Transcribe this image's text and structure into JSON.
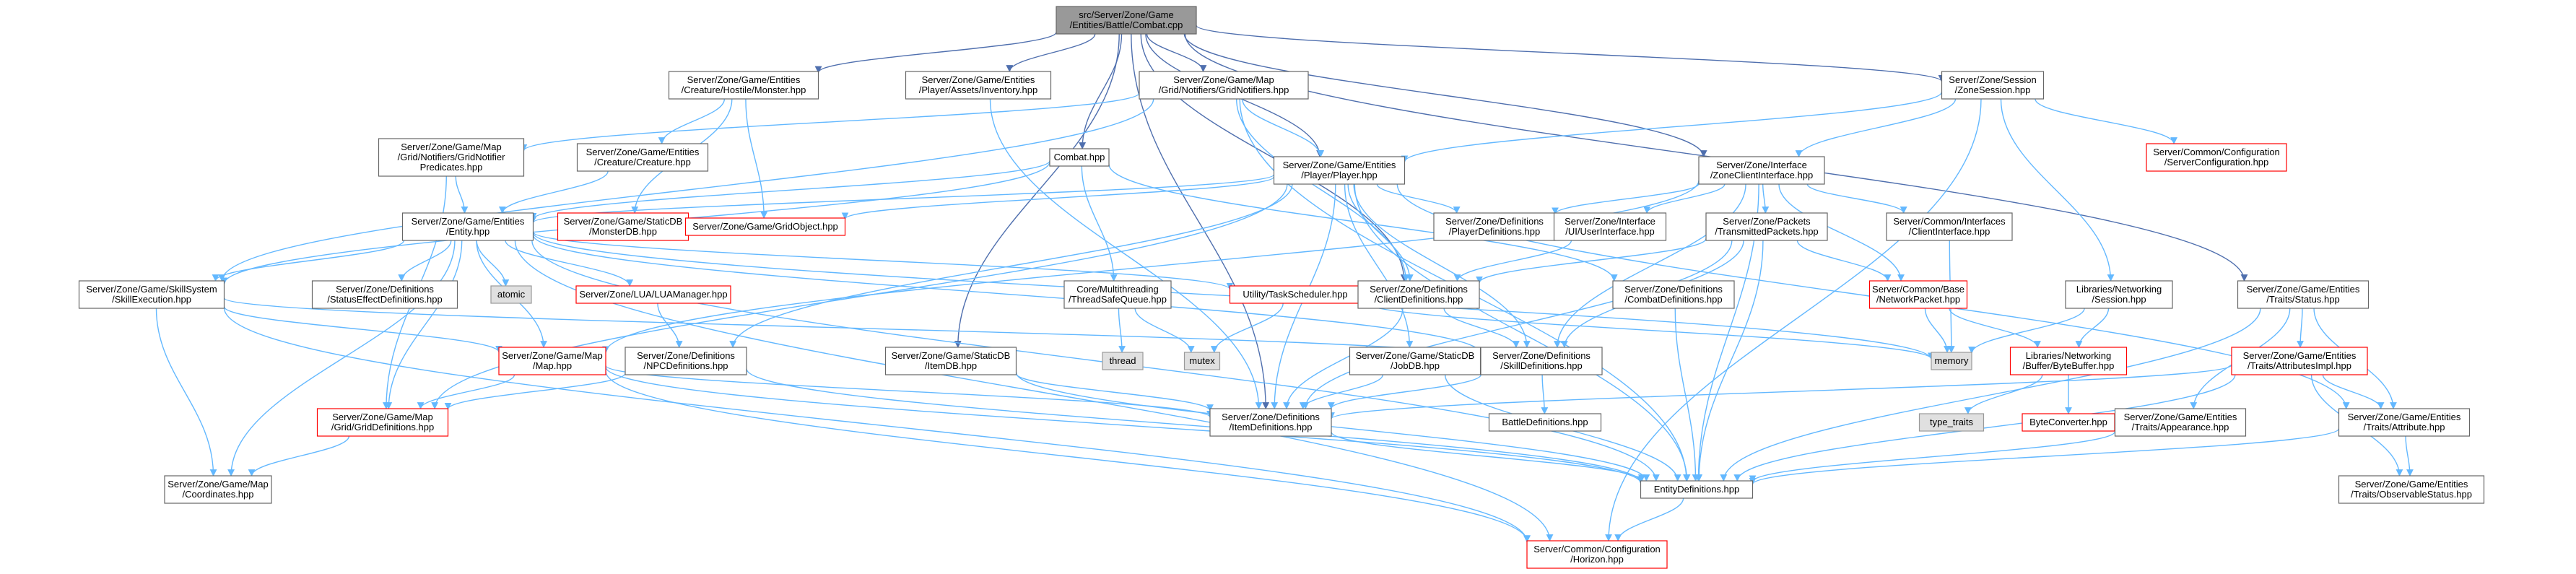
{
  "colors": {
    "edge": "#63b8ff",
    "edge_dark": "#4f6fae",
    "root_fill": "#999999",
    "root_stroke": "#666666",
    "node_stroke": "#666666",
    "incomplete_stroke": "#ff0000",
    "system_fill": "#e0e0e0",
    "system_stroke": "#999999",
    "node_fill": "#ffffff"
  },
  "nodes": [
    {
      "id": "combat",
      "kind": "root",
      "lines": [
        "src/Server/Zone/Game",
        "/Entities/Battle/Combat.cpp"
      ]
    },
    {
      "id": "monster",
      "kind": "normal",
      "lines": [
        "Server/Zone/Game/Entities",
        "/Creature/Hostile/Monster.hpp"
      ]
    },
    {
      "id": "inventory",
      "kind": "normal",
      "lines": [
        "Server/Zone/Game/Entities",
        "/Player/Assets/Inventory.hpp"
      ]
    },
    {
      "id": "gridnotifiers",
      "kind": "normal",
      "lines": [
        "Server/Zone/Game/Map",
        "/Grid/Notifiers/GridNotifiers.hpp"
      ]
    },
    {
      "id": "zonesession",
      "kind": "normal",
      "lines": [
        "Server/Zone/Session",
        "/ZoneSession.hpp"
      ]
    },
    {
      "id": "gridnotifierpred",
      "kind": "normal",
      "lines": [
        "Server/Zone/Game/Map",
        "/Grid/Notifiers/GridNotifier",
        "Predicates.hpp"
      ]
    },
    {
      "id": "creature",
      "kind": "normal",
      "lines": [
        "Server/Zone/Game/Entities",
        "/Creature/Creature.hpp"
      ]
    },
    {
      "id": "combathpp",
      "kind": "normal",
      "lines": [
        "Combat.hpp"
      ]
    },
    {
      "id": "player",
      "kind": "normal",
      "lines": [
        "Server/Zone/Game/Entities",
        "/Player/Player.hpp"
      ]
    },
    {
      "id": "zoneclientif",
      "kind": "normal",
      "lines": [
        "Server/Zone/Interface",
        "/ZoneClientInterface.hpp"
      ]
    },
    {
      "id": "serverconfig",
      "kind": "incomplete",
      "lines": [
        "Server/Common/Configuration",
        "/ServerConfiguration.hpp"
      ]
    },
    {
      "id": "entity",
      "kind": "normal",
      "lines": [
        "Server/Zone/Game/Entities",
        "/Entity.hpp"
      ]
    },
    {
      "id": "monsterdb",
      "kind": "incomplete",
      "lines": [
        "Server/Zone/Game/StaticDB",
        "/MonsterDB.hpp"
      ]
    },
    {
      "id": "gridobject",
      "kind": "incomplete",
      "lines": [
        "Server/Zone/Game/GridObject.hpp"
      ]
    },
    {
      "id": "playerdefs",
      "kind": "normal",
      "lines": [
        "Server/Zone/Definitions",
        "/PlayerDefinitions.hpp"
      ]
    },
    {
      "id": "uiuserif",
      "kind": "normal",
      "lines": [
        "Server/Zone/Interface",
        "/UI/UserInterface.hpp"
      ]
    },
    {
      "id": "transmitted",
      "kind": "normal",
      "lines": [
        "Server/Zone/Packets",
        "/TransmittedPackets.hpp"
      ]
    },
    {
      "id": "clientif",
      "kind": "normal",
      "lines": [
        "Server/Common/Interfaces",
        "/ClientInterface.hpp"
      ]
    },
    {
      "id": "skillexec",
      "kind": "normal",
      "lines": [
        "Server/Zone/Game/SkillSystem",
        "/SkillExecution.hpp"
      ]
    },
    {
      "id": "statuseffect",
      "kind": "normal",
      "lines": [
        "Server/Zone/Definitions",
        "/StatusEffectDefinitions.hpp"
      ]
    },
    {
      "id": "atomic",
      "kind": "system",
      "lines": [
        "atomic"
      ]
    },
    {
      "id": "luamanager",
      "kind": "incomplete",
      "lines": [
        "Server/Zone/LUA/LUAManager.hpp"
      ]
    },
    {
      "id": "threadsafe",
      "kind": "normal",
      "lines": [
        "Core/Multithreading",
        "/ThreadSafeQueue.hpp"
      ]
    },
    {
      "id": "taskscheduler",
      "kind": "incomplete",
      "lines": [
        "Utility/TaskScheduler.hpp"
      ]
    },
    {
      "id": "clientdefs",
      "kind": "normal",
      "lines": [
        "Server/Zone/Definitions",
        "/ClientDefinitions.hpp"
      ]
    },
    {
      "id": "combatdefs",
      "kind": "normal",
      "lines": [
        "Server/Zone/Definitions",
        "/CombatDefinitions.hpp"
      ]
    },
    {
      "id": "networkpacket",
      "kind": "incomplete",
      "lines": [
        "Server/Common/Base",
        "/NetworkPacket.hpp"
      ]
    },
    {
      "id": "netsession",
      "kind": "normal",
      "lines": [
        "Libraries/Networking",
        "/Session.hpp"
      ]
    },
    {
      "id": "traitsstatus",
      "kind": "normal",
      "lines": [
        "Server/Zone/Game/Entities",
        "/Traits/Status.hpp"
      ]
    },
    {
      "id": "map",
      "kind": "incomplete",
      "lines": [
        "Server/Zone/Game/Map",
        "/Map.hpp"
      ]
    },
    {
      "id": "npcdefs",
      "kind": "normal",
      "lines": [
        "Server/Zone/Definitions",
        "/NPCDefinitions.hpp"
      ]
    },
    {
      "id": "thread",
      "kind": "system",
      "lines": [
        "thread"
      ]
    },
    {
      "id": "mutex",
      "kind": "system",
      "lines": [
        "mutex"
      ]
    },
    {
      "id": "itemdb",
      "kind": "normal",
      "lines": [
        "Server/Zone/Game/StaticDB",
        "/ItemDB.hpp"
      ]
    },
    {
      "id": "jobdb",
      "kind": "normal",
      "lines": [
        "Server/Zone/Game/StaticDB",
        "/JobDB.hpp"
      ]
    },
    {
      "id": "skilldefs",
      "kind": "normal",
      "lines": [
        "Server/Zone/Definitions",
        "/SkillDefinitions.hpp"
      ]
    },
    {
      "id": "memory",
      "kind": "system",
      "lines": [
        "memory"
      ]
    },
    {
      "id": "bytebuffer",
      "kind": "incomplete",
      "lines": [
        "Libraries/Networking",
        "/Buffer/ByteBuffer.hpp"
      ]
    },
    {
      "id": "attributesimpl",
      "kind": "incomplete",
      "lines": [
        "Server/Zone/Game/Entities",
        "/Traits/AttributesImpl.hpp"
      ]
    },
    {
      "id": "griddefs",
      "kind": "incomplete",
      "lines": [
        "Server/Zone/Game/Map",
        "/Grid/GridDefinitions.hpp"
      ]
    },
    {
      "id": "itemdefs",
      "kind": "normal",
      "lines": [
        "Server/Zone/Definitions",
        "/ItemDefinitions.hpp"
      ]
    },
    {
      "id": "battledefs",
      "kind": "normal",
      "lines": [
        "BattleDefinitions.hpp"
      ]
    },
    {
      "id": "typetraits",
      "kind": "system",
      "lines": [
        "type_traits"
      ]
    },
    {
      "id": "byteconverter",
      "kind": "incomplete",
      "lines": [
        "ByteConverter.hpp"
      ]
    },
    {
      "id": "appearance",
      "kind": "normal",
      "lines": [
        "Server/Zone/Game/Entities",
        "/Traits/Appearance.hpp"
      ]
    },
    {
      "id": "attribute",
      "kind": "normal",
      "lines": [
        "Server/Zone/Game/Entities",
        "/Traits/Attribute.hpp"
      ]
    },
    {
      "id": "coordinates",
      "kind": "normal",
      "lines": [
        "Server/Zone/Game/Map",
        "/Coordinates.hpp"
      ]
    },
    {
      "id": "entitydefs",
      "kind": "normal",
      "lines": [
        "EntityDefinitions.hpp"
      ]
    },
    {
      "id": "observable",
      "kind": "normal",
      "lines": [
        "Server/Zone/Game/Entities",
        "/Traits/ObservableStatus.hpp"
      ]
    },
    {
      "id": "horizon",
      "kind": "incomplete",
      "lines": [
        "Server/Common/Configuration",
        "/Horizon.hpp"
      ]
    }
  ],
  "edges": [
    [
      "combat",
      "monster"
    ],
    [
      "combat",
      "inventory"
    ],
    [
      "combat",
      "gridnotifiers"
    ],
    [
      "combat",
      "zonesession"
    ],
    [
      "combat",
      "combathpp"
    ],
    [
      "combat",
      "player"
    ],
    [
      "combat",
      "zoneclientif"
    ],
    [
      "combat",
      "itemdb"
    ],
    [
      "combat",
      "clientdefs"
    ],
    [
      "combat",
      "itemdefs"
    ],
    [
      "combat",
      "traitsstatus"
    ],
    [
      "monster",
      "creature"
    ],
    [
      "monster",
      "monsterdb"
    ],
    [
      "monster",
      "gridobject"
    ],
    [
      "creature",
      "entity"
    ],
    [
      "inventory",
      "itemdefs"
    ],
    [
      "gridnotifiers",
      "gridnotifierpred"
    ],
    [
      "gridnotifiers",
      "player"
    ],
    [
      "gridnotifiers",
      "clientdefs"
    ],
    [
      "gridnotifiers",
      "entitydefs"
    ],
    [
      "gridnotifiers",
      "skillexec"
    ],
    [
      "gridnotifierpred",
      "entity"
    ],
    [
      "gridnotifierpred",
      "griddefs"
    ],
    [
      "zonesession",
      "serverconfig"
    ],
    [
      "zonesession",
      "zoneclientif"
    ],
    [
      "zonesession",
      "netsession"
    ],
    [
      "zonesession",
      "player"
    ],
    [
      "zonesession",
      "horizon"
    ],
    [
      "combathpp",
      "entity"
    ],
    [
      "combathpp",
      "threadsafe"
    ],
    [
      "combathpp",
      "combatdefs"
    ],
    [
      "combathpp",
      "skillexec"
    ],
    [
      "player",
      "entity"
    ],
    [
      "player",
      "playerdefs"
    ],
    [
      "player",
      "clientdefs"
    ],
    [
      "player",
      "gridobject"
    ],
    [
      "player",
      "skilldefs"
    ],
    [
      "player",
      "itemdefs"
    ],
    [
      "player",
      "npcdefs"
    ],
    [
      "player",
      "jobdb"
    ],
    [
      "player",
      "entitydefs"
    ],
    [
      "player",
      "attribute"
    ],
    [
      "player",
      "griddefs"
    ],
    [
      "zoneclientif",
      "clientif"
    ],
    [
      "zoneclientif",
      "transmitted"
    ],
    [
      "zoneclientif",
      "uiuserif"
    ],
    [
      "zoneclientif",
      "playerdefs"
    ],
    [
      "zoneclientif",
      "skilldefs"
    ],
    [
      "zoneclientif",
      "entitydefs"
    ],
    [
      "zoneclientif",
      "networkpacket"
    ],
    [
      "zoneclientif",
      "map"
    ],
    [
      "entity",
      "skillexec"
    ],
    [
      "entity",
      "statuseffect"
    ],
    [
      "entity",
      "atomic"
    ],
    [
      "entity",
      "luamanager"
    ],
    [
      "entity",
      "map"
    ],
    [
      "entity",
      "griddefs"
    ],
    [
      "entity",
      "taskscheduler"
    ],
    [
      "entity",
      "coordinates"
    ],
    [
      "entity",
      "entitydefs"
    ],
    [
      "entity",
      "memory"
    ],
    [
      "entity",
      "horizon"
    ],
    [
      "entity",
      "skilldefs"
    ],
    [
      "uiuserif",
      "clientdefs"
    ],
    [
      "transmitted",
      "networkpacket"
    ],
    [
      "transmitted",
      "itemdefs"
    ],
    [
      "transmitted",
      "skilldefs"
    ],
    [
      "transmitted",
      "entitydefs"
    ],
    [
      "transmitted",
      "clientdefs"
    ],
    [
      "clientif",
      "memory"
    ],
    [
      "skillexec",
      "map"
    ],
    [
      "skillexec",
      "coordinates"
    ],
    [
      "skillexec",
      "skilldefs"
    ],
    [
      "skillexec",
      "horizon"
    ],
    [
      "luamanager",
      "npcdefs"
    ],
    [
      "threadsafe",
      "thread"
    ],
    [
      "threadsafe",
      "mutex"
    ],
    [
      "taskscheduler",
      "mutex"
    ],
    [
      "taskscheduler",
      "memory"
    ],
    [
      "clientdefs",
      "itemdefs"
    ],
    [
      "clientdefs",
      "skilldefs"
    ],
    [
      "combatdefs",
      "entitydefs"
    ],
    [
      "networkpacket",
      "bytebuffer"
    ],
    [
      "networkpacket",
      "memory"
    ],
    [
      "netsession",
      "memory"
    ],
    [
      "netsession",
      "bytebuffer"
    ],
    [
      "traitsstatus",
      "attributesimpl"
    ],
    [
      "traitsstatus",
      "appearance"
    ],
    [
      "traitsstatus",
      "attribute"
    ],
    [
      "traitsstatus",
      "entitydefs"
    ],
    [
      "map",
      "griddefs"
    ],
    [
      "map",
      "itemdefs"
    ],
    [
      "map",
      "entitydefs"
    ],
    [
      "map",
      "horizon"
    ],
    [
      "npcdefs",
      "griddefs"
    ],
    [
      "npcdefs",
      "entitydefs"
    ],
    [
      "itemdb",
      "itemdefs"
    ],
    [
      "itemdb",
      "entitydefs"
    ],
    [
      "jobdb",
      "itemdefs"
    ],
    [
      "jobdb",
      "entitydefs"
    ],
    [
      "skilldefs",
      "battledefs"
    ],
    [
      "skilldefs",
      "itemdefs"
    ],
    [
      "bytebuffer",
      "typetraits"
    ],
    [
      "bytebuffer",
      "byteconverter"
    ],
    [
      "attributesimpl",
      "attribute"
    ],
    [
      "attributesimpl",
      "observable"
    ],
    [
      "attributesimpl",
      "entitydefs"
    ],
    [
      "attributesimpl",
      "itemdefs"
    ],
    [
      "griddefs",
      "coordinates"
    ],
    [
      "itemdefs",
      "entitydefs"
    ],
    [
      "appearance",
      "entitydefs"
    ],
    [
      "attribute",
      "entitydefs"
    ],
    [
      "attribute",
      "observable"
    ],
    [
      "entitydefs",
      "horizon"
    ]
  ]
}
